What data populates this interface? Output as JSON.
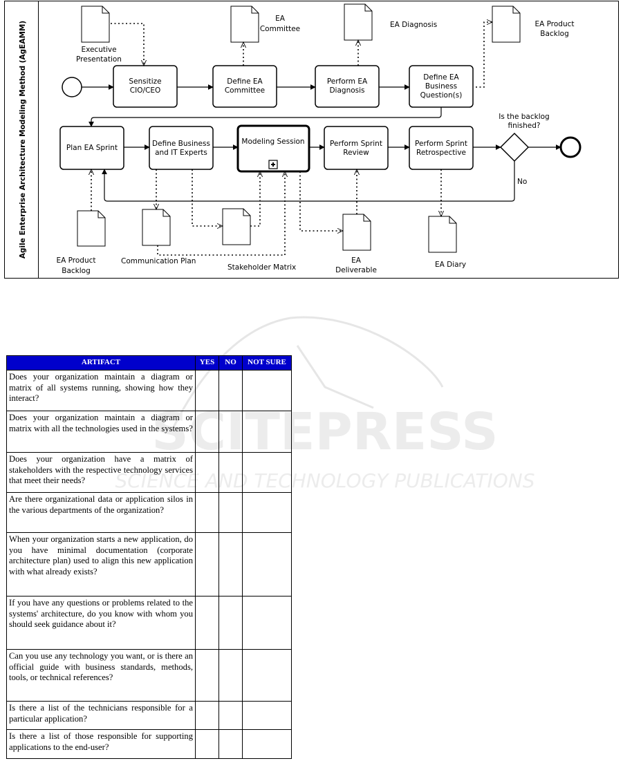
{
  "diagram": {
    "lane_label": "Agile Enterprise Architecture Modeling Method (AgEAMM)",
    "tasks": {
      "sensitize": [
        "Sensitize",
        "CIO/CEO"
      ],
      "committee": [
        "Define EA",
        "Committee"
      ],
      "diagnosis": [
        "Perform EA",
        "Diagnosis"
      ],
      "business": [
        "Define EA",
        "Business",
        "Question(s)"
      ],
      "plan": [
        "Plan EA Sprint"
      ],
      "experts": [
        "Define Business",
        "and IT Experts"
      ],
      "modeling": [
        "Modeling Session"
      ],
      "review": [
        "Perform Sprint",
        "Review"
      ],
      "retro": [
        "Perform Sprint",
        "Retrospective"
      ]
    },
    "documents": {
      "executive": [
        "Executive",
        "Presentation"
      ],
      "committee": [
        "EA",
        "Committee"
      ],
      "diagnosis": [
        "EA Diagnosis"
      ],
      "backlog_top": [
        "EA Product",
        "Backlog"
      ],
      "backlog_bottom": [
        "EA Product",
        "Backlog"
      ],
      "communication": [
        "Communication Plan"
      ],
      "stakeholder": [
        "Stakeholder Matrix"
      ],
      "deliverable": [
        "EA",
        "Deliverable"
      ],
      "diary": [
        "EA Diary"
      ]
    },
    "gateway": {
      "question": [
        "Is the backlog",
        "finished?"
      ],
      "no_label": "No"
    },
    "watermark": {
      "line1": "SCITEPRESS",
      "line2": "SCIENCE AND TECHNOLOGY PUBLICATIONS"
    }
  },
  "table": {
    "headers": [
      "ARTIFACT",
      "YES",
      "NO",
      "NOT SURE"
    ],
    "rows": [
      "Does your organization maintain a diagram or matrix of all systems running, showing how they interact?",
      "Does your organization maintain a diagram or matrix with all the technologies used in the systems?",
      "Does your organization have a matrix of stakeholders with the respective technology services that meet their needs?",
      "Are there organizational data or application silos in the various departments of the organization?",
      "When your organization starts a new application, do you have minimal documentation (corporate architecture plan) used to align this new application with what already exists?",
      "If you have any questions or problems related to the systems' architecture, do you know with whom you should seek guidance about it?",
      "Can you use any technology you want, or is there an official guide with business standards, methods, tools, or technical references?",
      "Is there a list of the technicians responsible for a particular application?",
      "Is there a list of those responsible for supporting applications to the end-user?"
    ]
  }
}
